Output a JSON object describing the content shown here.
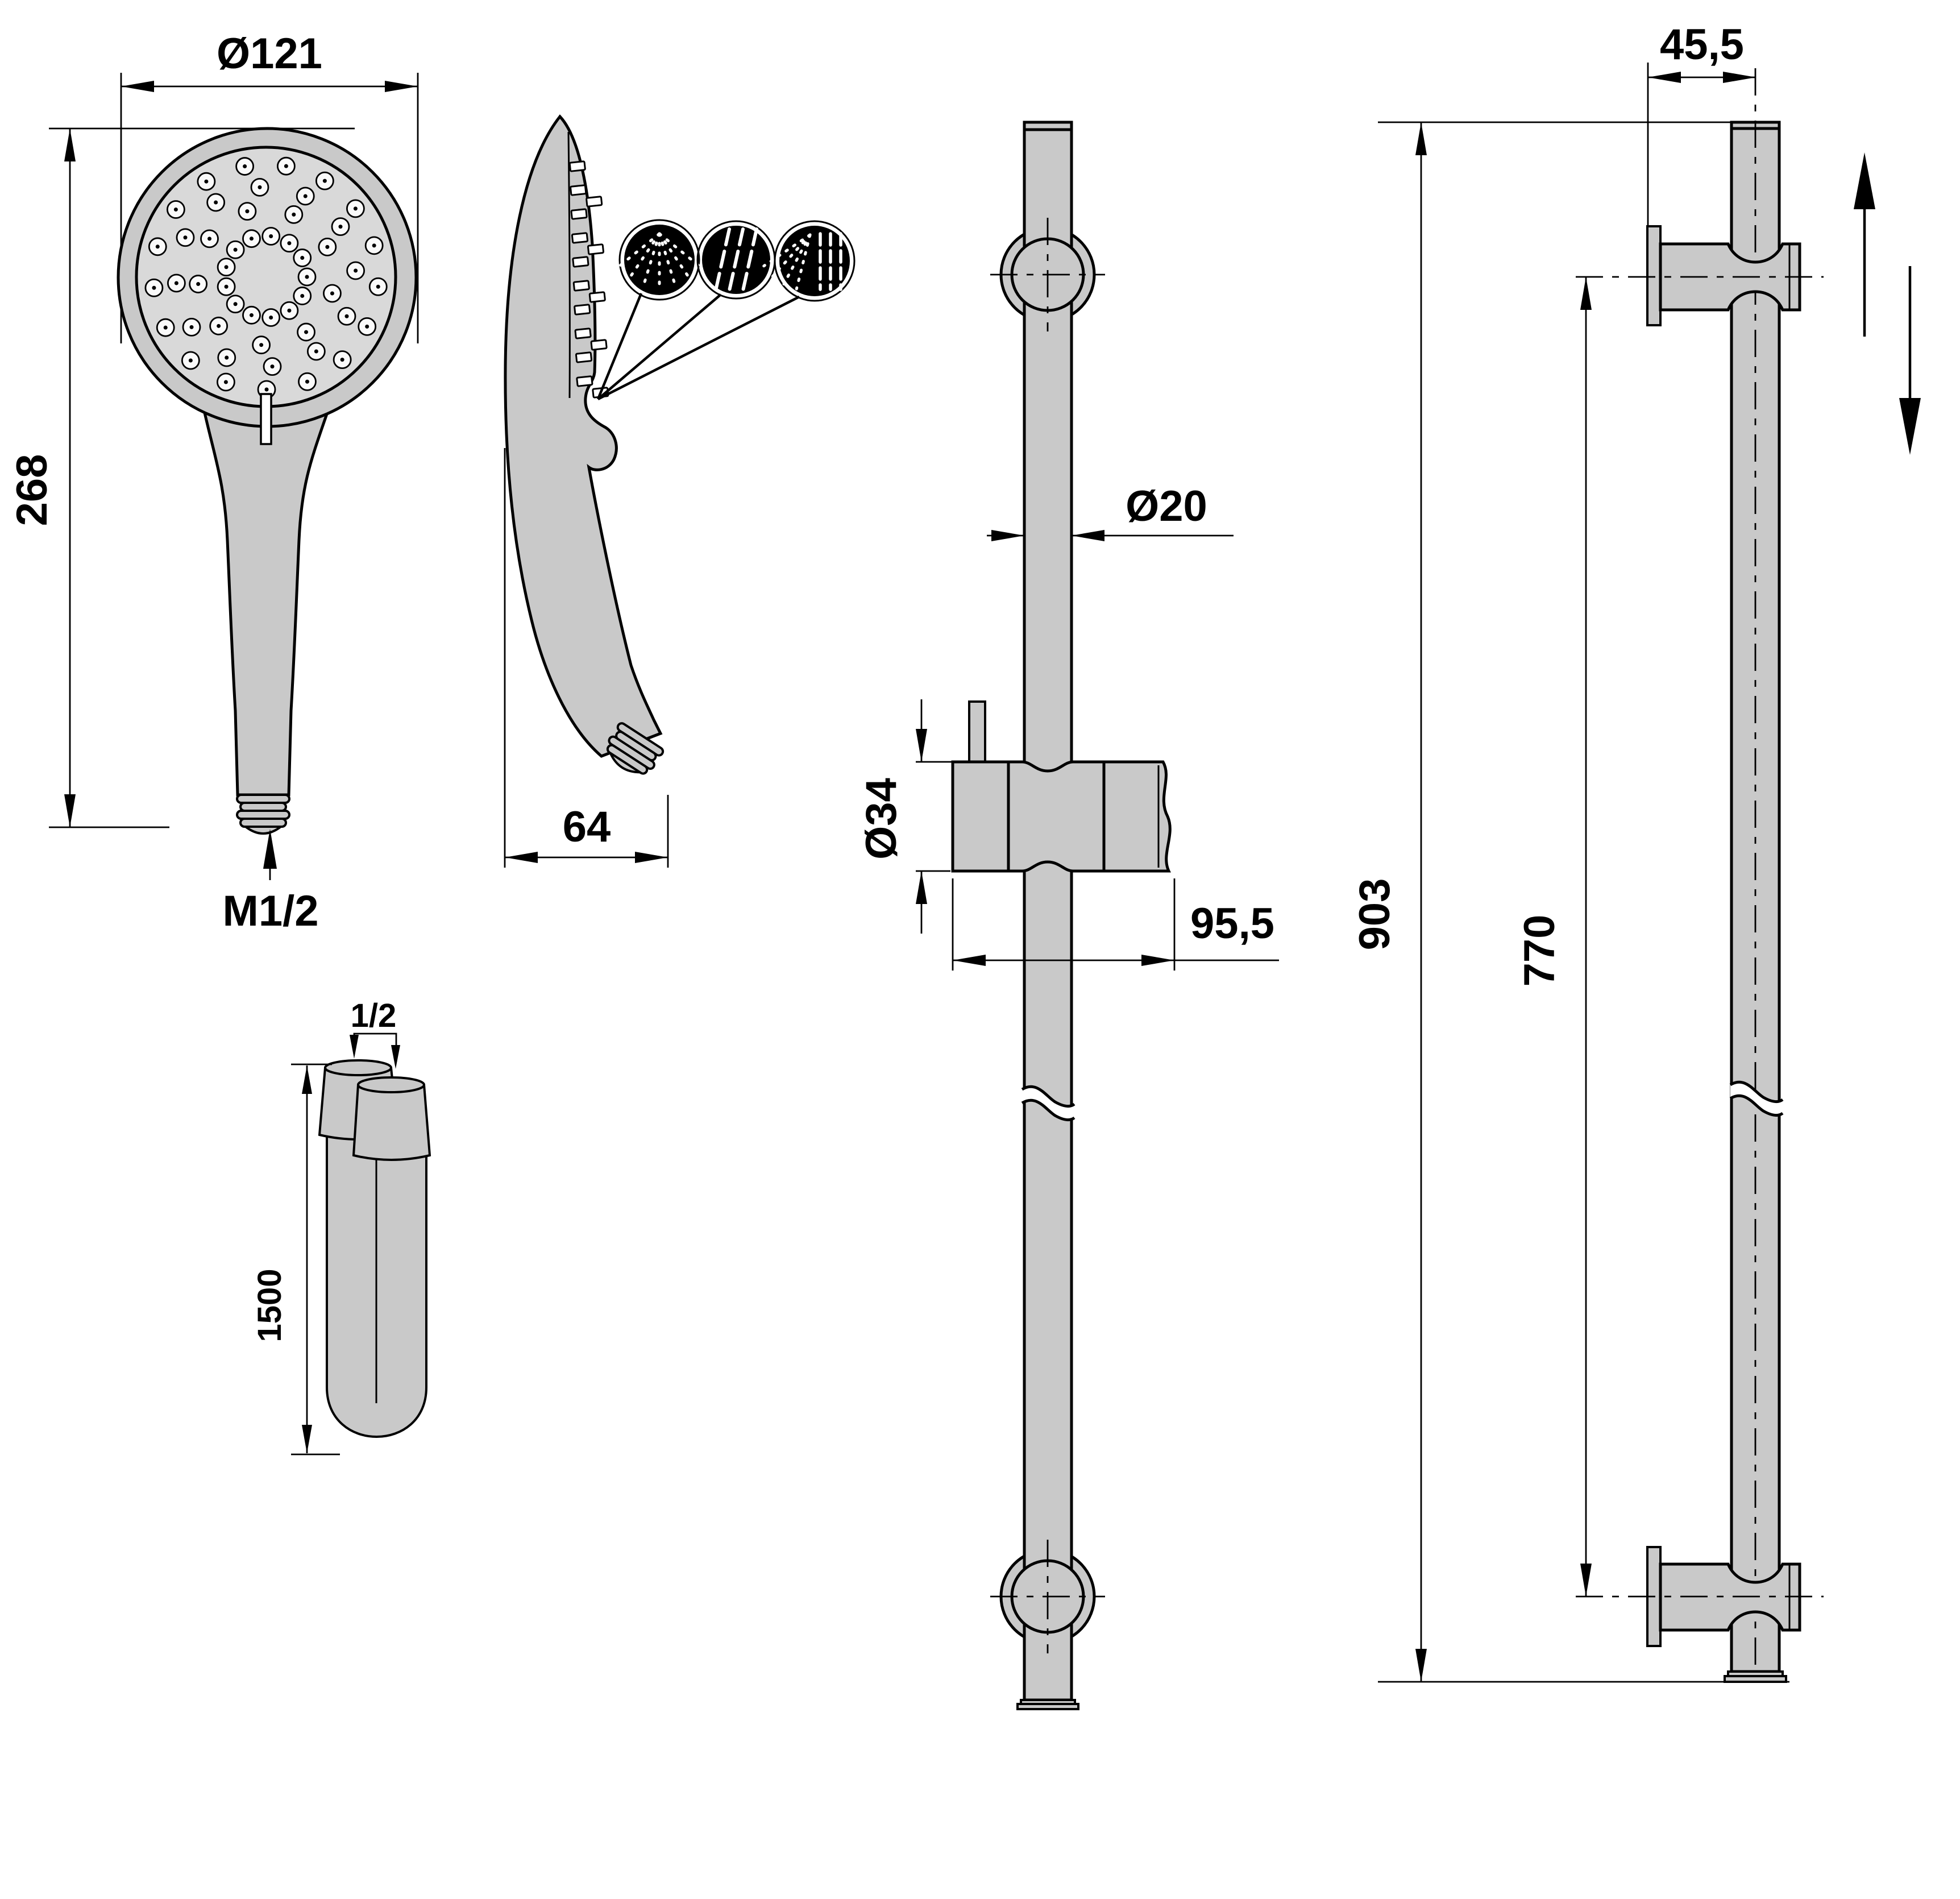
{
  "drawing": {
    "type": "technical-dimension-drawing",
    "product": "hand shower set with slide bar and shower hose",
    "background": "#ffffff",
    "units": "mm",
    "colors": {
      "metal": "#c9c9c9",
      "face": "#d9d9d9",
      "line": "#000000",
      "pattern_bg": "#000000",
      "pattern_fg": "#ffffff"
    },
    "views": {
      "handshower_front": {
        "name": "hand shower front view",
        "dim_diameter": "Ø121",
        "dim_height": "268",
        "dim_thread": "M1/2",
        "nozzle_radius": 15,
        "nozzle_rings": [
          {
            "radius": 72,
            "count": 13,
            "angle_offset": 0
          },
          {
            "radius": 120,
            "count": 9,
            "angle_offset": 14
          },
          {
            "radius": 158,
            "count": 12,
            "angle_offset": 26
          },
          {
            "radius": 198,
            "count": 17,
            "angle_offset": 5
          }
        ]
      },
      "handshower_side": {
        "name": "hand shower side view",
        "dim_depth": "64",
        "spray_modes": [
          "rain",
          "jet",
          "mixed"
        ]
      },
      "rail_front": {
        "name": "slide bar front view",
        "dim_rail_diameter": "Ø20",
        "dim_holder_diameter": "Ø34",
        "dim_holder_length": "95,5"
      },
      "rail_side": {
        "name": "slide bar side view",
        "dim_wall_offset": "45,5",
        "dim_total_height": "903",
        "dim_bracket_distance": "770"
      },
      "hose": {
        "name": "shower hose",
        "dim_thread": "1/2",
        "dim_length": "1500"
      }
    }
  }
}
